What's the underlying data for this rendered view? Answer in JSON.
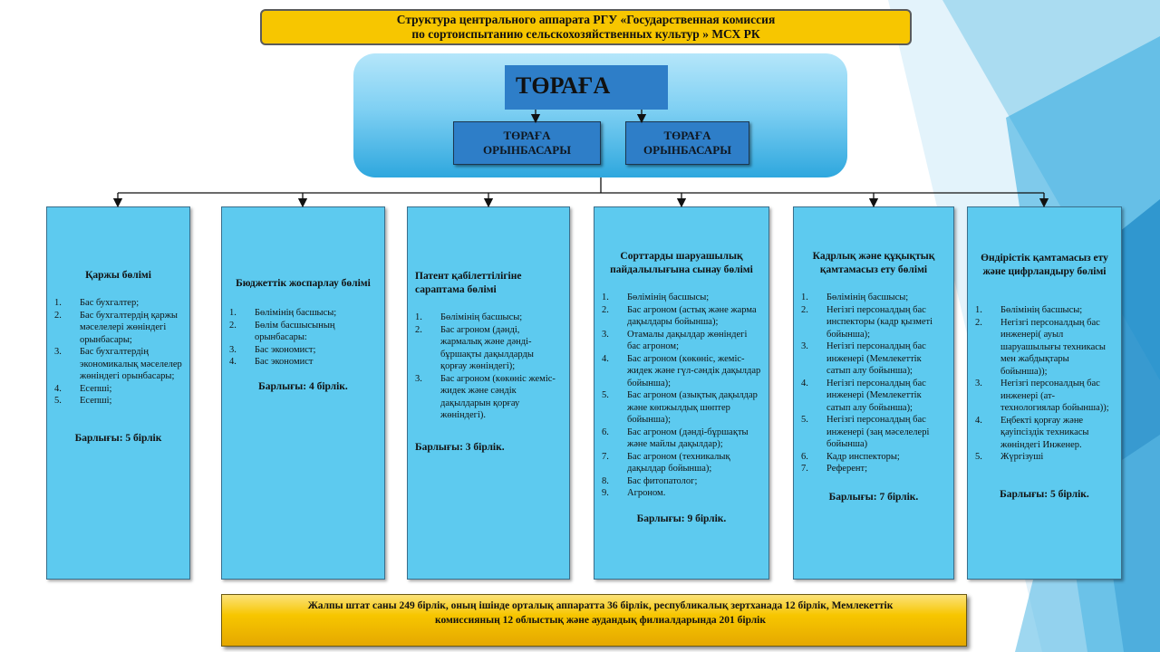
{
  "title": {
    "line1": "Структура  центрального аппарата РГУ «Государственная комиссия",
    "line2": "по  сортоиспытанию сельскохозяйственных культур » МСХ РК"
  },
  "leadership": {
    "chair": "ТӨРАҒА",
    "deputies": [
      {
        "line1": "ТӨРАҒА",
        "line2": "ОРЫНБАСАРЫ"
      },
      {
        "line1": "ТӨРАҒА",
        "line2": "ОРЫНБАСАРЫ"
      }
    ]
  },
  "departments": [
    {
      "title": "Қаржы бөлімі",
      "items": [
        {
          "n": "1.",
          "text": "Бас бухгалтер;"
        },
        {
          "n": "2.",
          "text": "Бас бухгалтердің қаржы мәселелері жөніндегі орынбасары;"
        },
        {
          "n": "3.",
          "text": "Бас бухгалтердің экономикалық мәселелер жөніндегі орынбасары;"
        },
        {
          "n": "4.",
          "text": "Есепші;"
        },
        {
          "n": "5.",
          "text": "Есепші;"
        }
      ],
      "total": "Барлығы: 5 бірлік"
    },
    {
      "title": "Бюджеттік жоспарлау бөлімі",
      "items": [
        {
          "n": "1.",
          "text": "Бөлімінің басшысы;"
        },
        {
          "n": "2.",
          "text": "Бөлім басшысының орынбасары:"
        },
        {
          "n": "3.",
          "text": "Бас экономист;"
        },
        {
          "n": "4.",
          "text": "Бас экономист"
        }
      ],
      "total": "Барлығы: 4 бірлік."
    },
    {
      "title": "Патент қабілеттілігіне сараптама бөлімі",
      "items": [
        {
          "n": "1.",
          "text": "Бөлімінің басшысы;"
        },
        {
          "n": "2.",
          "text": "Бас агроном (дәнді, жармалық және дәнді-бұршақты дақылдарды қорғау жөніндегі);"
        },
        {
          "n": "3.",
          "text": "Бас агроном (көкөніс жеміс-жидек және сәндік дақылдарын қорғау жөніндегі)."
        }
      ],
      "total": "Барлығы: 3 бірлік."
    },
    {
      "title": "Сорттарды шаруашылық пайдалылығына сынау бөлімі",
      "items": [
        {
          "n": "1.",
          "text": "Бөлімінің басшысы;"
        },
        {
          "n": "2.",
          "text": "Бас агроном (астық және жарма дақылдары бойынша);"
        },
        {
          "n": "3.",
          "text": "Отамалы дақылдар жөніндегі бас агроном;"
        },
        {
          "n": "4.",
          "text": "Бас агроном (көкөніс, жеміс-жидек және гүл-сәндік дақылдар бойынша);"
        },
        {
          "n": "5.",
          "text": "Бас агроном (азықтық дақылдар және көпжылдық шөптер бойынша);"
        },
        {
          "n": "6.",
          "text": "Бас агроном (дәнді-бұршақты және майлы дақылдар);"
        },
        {
          "n": "7.",
          "text": "Бас агроном (техникалық дақылдар бойынша);"
        },
        {
          "n": "8.",
          "text": "Бас фитопатолог;"
        },
        {
          "n": "9.",
          "text": "Агроном."
        }
      ],
      "total": "Барлығы: 9 бірлік."
    },
    {
      "title": "Кадрлық және құқықтық қамтамасыз ету бөлімі",
      "items": [
        {
          "n": "1.",
          "text": "Бөлімінің басшысы;"
        },
        {
          "n": "2.",
          "text": "Негізгі персоналдың бас инспекторы (кадр қызметі бойынша);"
        },
        {
          "n": "3.",
          "text": "Негізгі персоналдың бас инженері (Мемлекеттік сатып алу бойынша);"
        },
        {
          "n": "4.",
          "text": "Негізгі персоналдың бас инженері (Мемлекеттік сатып алу бойынша);"
        },
        {
          "n": "5.",
          "text": "Негізгі персоналдың бас инженері (заң мәселелері бойынша)"
        },
        {
          "n": "6.",
          "text": "Кадр инспекторы;"
        },
        {
          "n": "7.",
          "text": "Референт;"
        }
      ],
      "total": "Барлығы: 7 бірлік."
    },
    {
      "title": "Өндірістік қамтамасыз ету және цифрландыру бөлімі",
      "items": [
        {
          "n": "1.",
          "text": "Бөлімінің басшысы;"
        },
        {
          "n": "2.",
          "text": "Негізгі персоналдың бас инженері( ауыл шаруашылығы техникасы мен жабдықтары бойынша));"
        },
        {
          "n": "3.",
          "text": "Негізгі персоналдың бас инженері (ат-технологиялар бойынша));"
        },
        {
          "n": "4.",
          "text": "Еңбекті қорғау және қауіпсіздік техникасы жөніндегі Инженер."
        },
        {
          "n": "5.",
          "text": "Жүргізуші"
        }
      ],
      "total": "Барлығы: 5 бірлік."
    }
  ],
  "footer": {
    "line1": "Жалпы  штат  саны 249 бірлік,  оның  ішінде орталық  аппаратта  36 бірлік,  республикалық  зертханада  12 бірлік,  Мемлекеттік",
    "line2": "комиссияның  12 облыстық  және аудандық  филиалдарында  201 бірлік"
  },
  "colors": {
    "title_fill": "#f7c600",
    "leader_fill": "#2e7ec8",
    "dept_fill": "#5dcaef",
    "panel_fill": "#7fd0f3",
    "footer_fill": "#f7c600"
  }
}
